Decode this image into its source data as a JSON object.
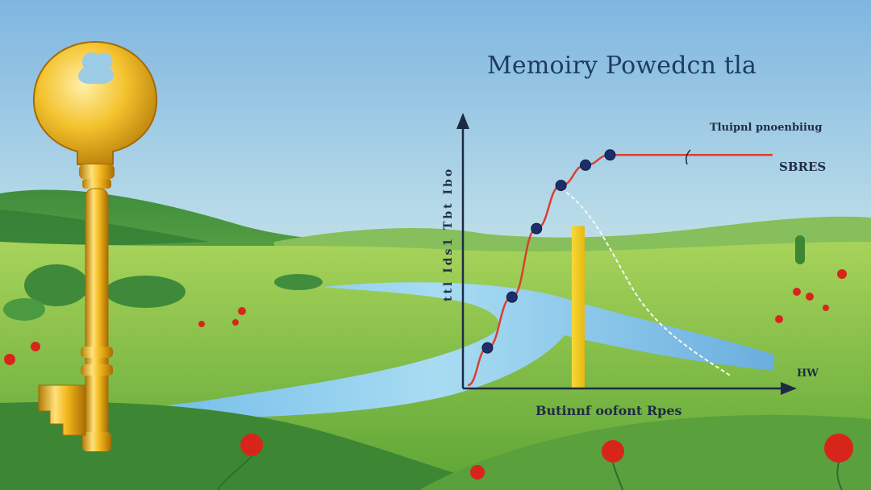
{
  "image": {
    "title": "Memoiry Powedcn tla",
    "annotation": "Tluipnl pnoenbiiug",
    "series_label": "SBRES",
    "x_axis_label": "Butinnf oofont Rpes",
    "x_axis_end_label": "HW",
    "y_axis_label": "ttl Ids1 Tbt Ibo"
  },
  "colors": {
    "curve": "#d8402f",
    "points": "#1c2f6b",
    "highlight_bar": "#f0cf1c",
    "axes": "#1d2a44",
    "key_gold": "#f2b81c"
  },
  "chart_data": {
    "type": "line",
    "title": "Memoiry Powedcn tla",
    "xlabel": "Butinnf oofont Rpes",
    "ylabel": "ttl Ids1 Tbt Ibo",
    "x": [
      1,
      2,
      3,
      4,
      5,
      6
    ],
    "y": [
      0.16,
      0.36,
      0.63,
      0.8,
      0.88,
      0.92
    ],
    "xlim": [
      0,
      13
    ],
    "ylim": [
      0,
      1.15
    ],
    "highlight_x": 4.7
  }
}
